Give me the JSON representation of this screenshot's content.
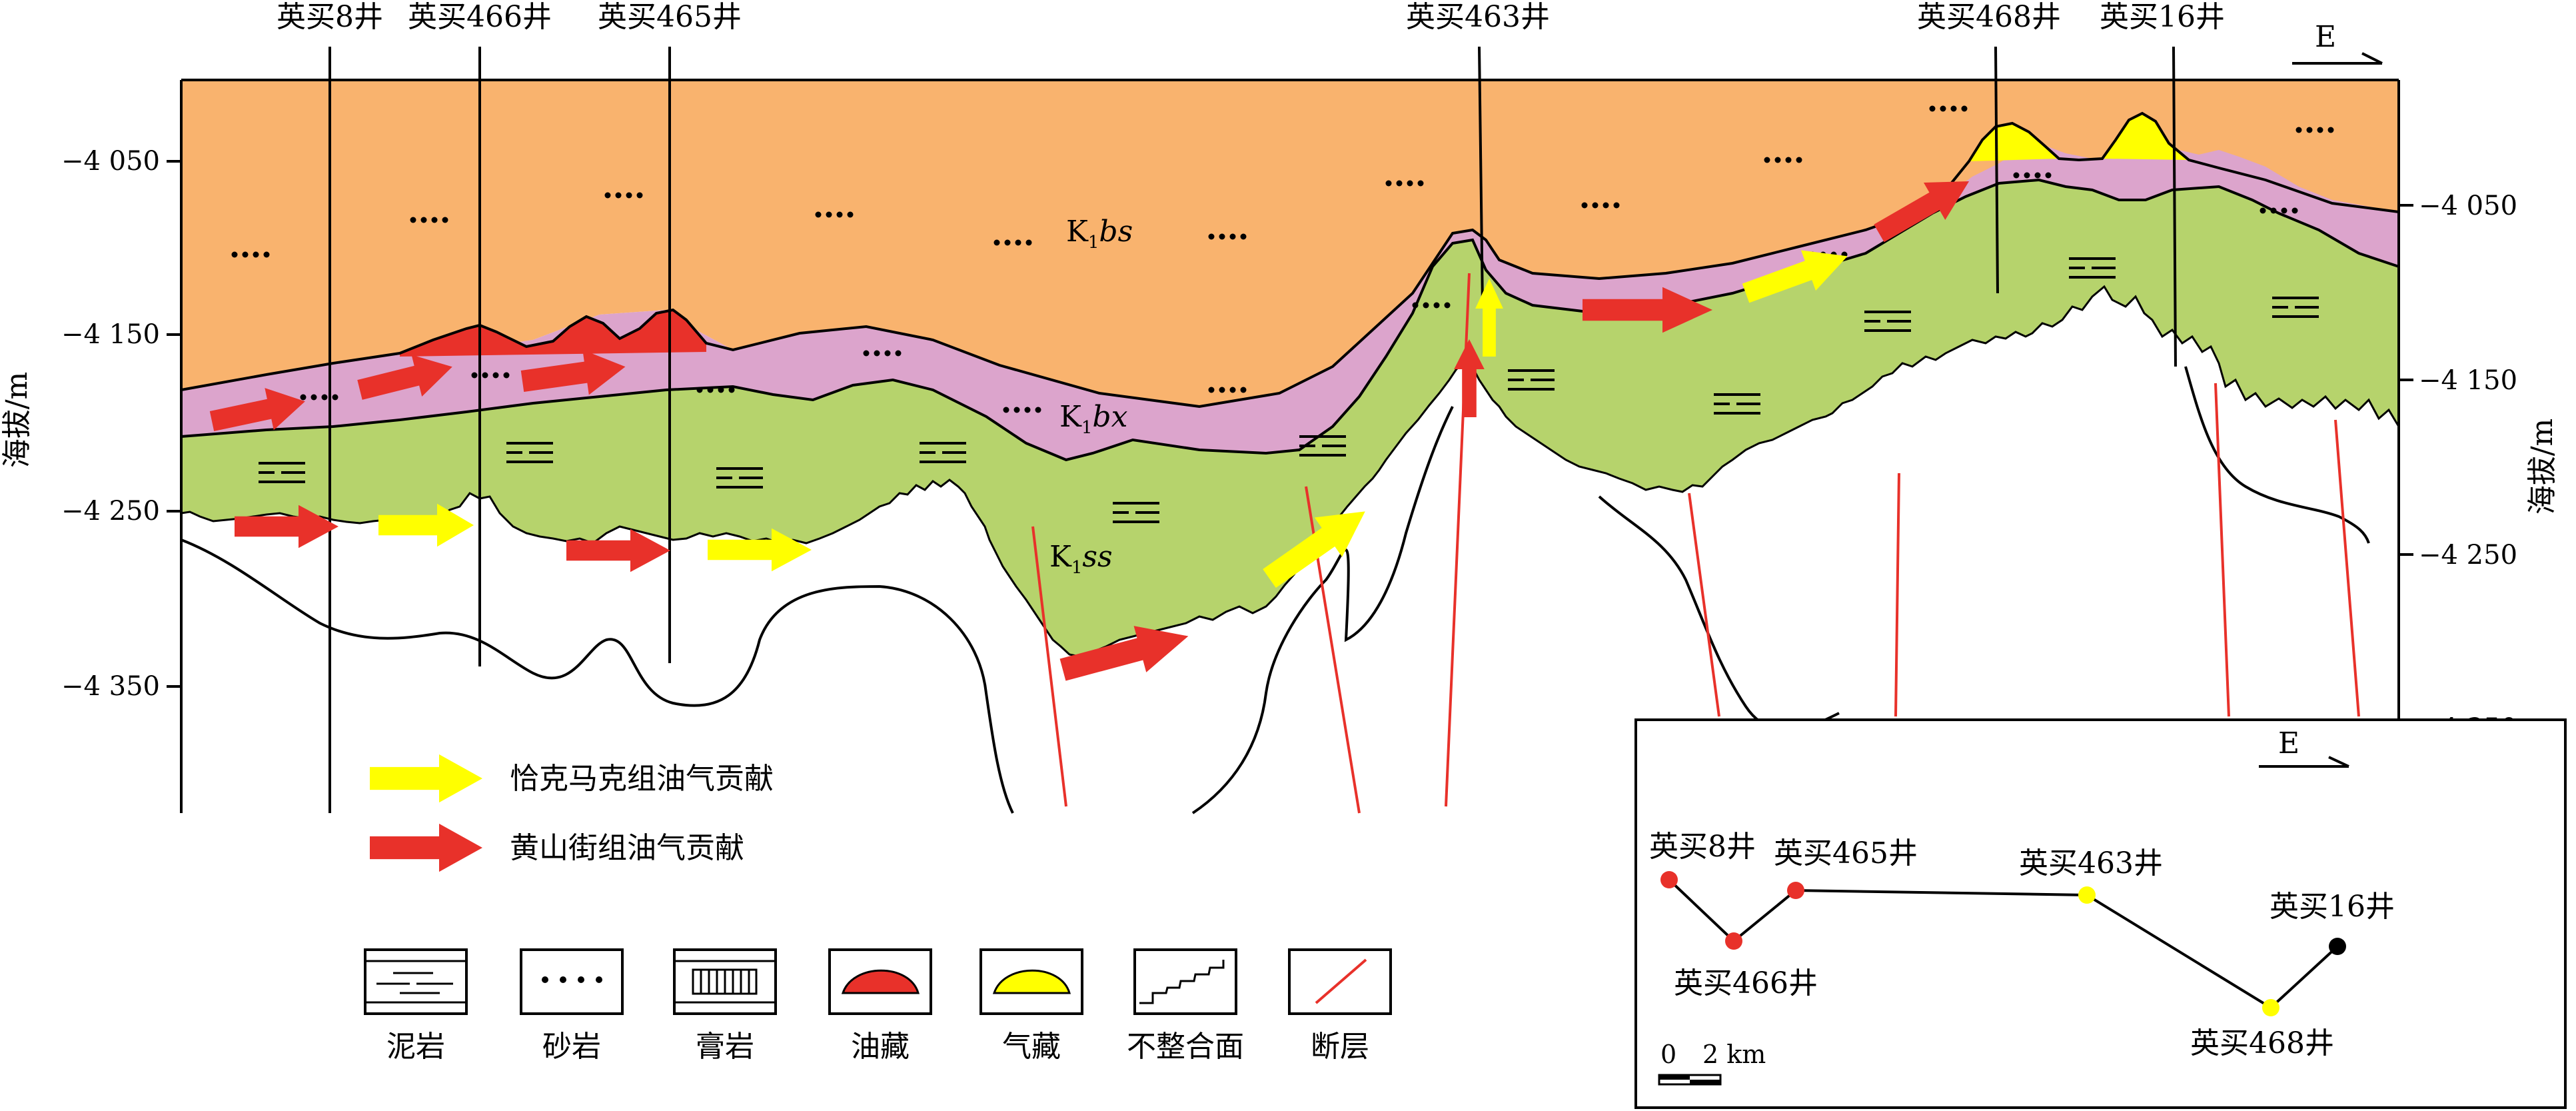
{
  "wells": [
    {
      "name": "英买8井"
    },
    {
      "name": "英买466井"
    },
    {
      "name": "英买465井"
    },
    {
      "name": "英买463井"
    },
    {
      "name": "英买468井"
    },
    {
      "name": "英买16井"
    }
  ],
  "direction": "E",
  "yaxis": {
    "title": "海拔/m",
    "ticks": [
      "−4 050",
      "−4 150",
      "−4 250",
      "−4 350"
    ]
  },
  "formations": {
    "bs": {
      "main": "K",
      "sub": "1",
      "ital": "bs"
    },
    "bx": {
      "main": "K",
      "sub": "1",
      "ital": "bx"
    },
    "ss": {
      "main": "K",
      "sub": "1",
      "ital": "ss"
    }
  },
  "arrow_legend": [
    {
      "label": "恰克马克组油气贡献",
      "color": "#ffff00"
    },
    {
      "label": "黄山街组油气贡献",
      "color": "#e8312a"
    }
  ],
  "lithology_legend": [
    {
      "label": "泥岩",
      "icon": "mudstone-icon"
    },
    {
      "label": "砂岩",
      "icon": "sandstone-icon"
    },
    {
      "label": "膏岩",
      "icon": "gypsum-icon"
    },
    {
      "label": "油藏",
      "icon": "oil-reservoir-icon"
    },
    {
      "label": "气藏",
      "icon": "gas-reservoir-icon"
    },
    {
      "label": "不整合面",
      "icon": "unconformity-icon"
    },
    {
      "label": "断层",
      "icon": "fault-icon"
    }
  ],
  "inset_map": {
    "direction": "E",
    "scale_zero": "0",
    "scale_label": "2 km",
    "wells": [
      {
        "name": "英买8井",
        "color": "#e8312a"
      },
      {
        "name": "英买466井",
        "color": "#e8312a"
      },
      {
        "name": "英买465井",
        "color": "#e8312a"
      },
      {
        "name": "英买463井",
        "color": "#ffff00"
      },
      {
        "name": "英买468井",
        "color": "#ffff00"
      },
      {
        "name": "英买16井",
        "color": "#000000"
      }
    ]
  },
  "colors": {
    "bs": "#f9b36e",
    "bx": "#dca4cc",
    "ss": "#b6d36c",
    "oil": "#e8312a",
    "gas": "#ffff00"
  }
}
